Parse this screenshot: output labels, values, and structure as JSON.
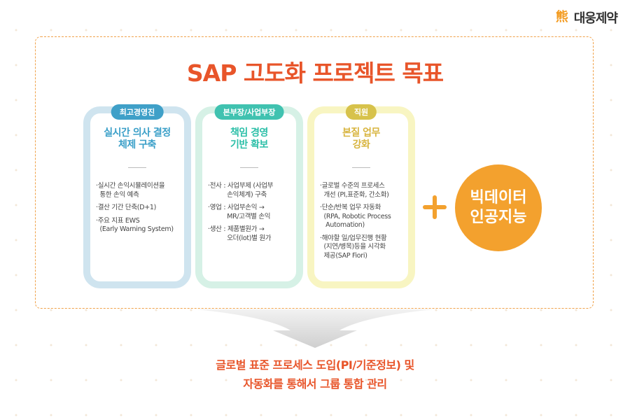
{
  "logo": {
    "text": "대웅제약"
  },
  "title": "SAP 고도화 프로젝트 목표",
  "cards": [
    {
      "badge": "최고경영진",
      "title1": "실시간 의사 결정",
      "title2": "체제 구축",
      "items": [
        "·실시간 손익시뮬레이션을\n  통한 손익 예측",
        "·결산 기간 단축(D+1)",
        "·주요 지표 EWS\n  (Early Warning System)"
      ],
      "color": "#3a9fc8",
      "badge_color": "#3fa0c8",
      "border": "#cfe4ef"
    },
    {
      "badge": "본부장/사업부장",
      "title1": "책임 경영",
      "title2": "기반 확보",
      "items": [
        "·전사 : 사업부제 (사업부\n          손익체계) 구축",
        "·영업 : 사업부손익 →\n          MR/고객별 손익",
        "·생산 : 제품별원가 →\n          오더(lot)별 원가"
      ],
      "color": "#2cbfa8",
      "badge_color": "#40c2b0",
      "border": "#d6f1e6"
    },
    {
      "badge": "직원",
      "title1": "본질 업무",
      "title2": "강화",
      "items": [
        "·글로벌 수준의 프로세스\n  개선 (PI,표준화, 간소화)",
        "·단순/반복 업무 자동화\n  (RPA, Robotic Process\n   Automation)",
        "·해야할 일/업무진행 현황\n  (지연/병목)등을 시각화\n  제공(SAP Fiori)"
      ],
      "color": "#d8b540",
      "badge_color": "#d7c24b",
      "border": "#f8f5c2"
    }
  ],
  "bigdata": {
    "line1": "빅데이터",
    "line2": "인공지능"
  },
  "bottom": {
    "line1": "글로벌 표준 프로세스 도입(PI/기준정보) 및",
    "line2": "자동화를 통해서 그룹 통합 관리"
  }
}
